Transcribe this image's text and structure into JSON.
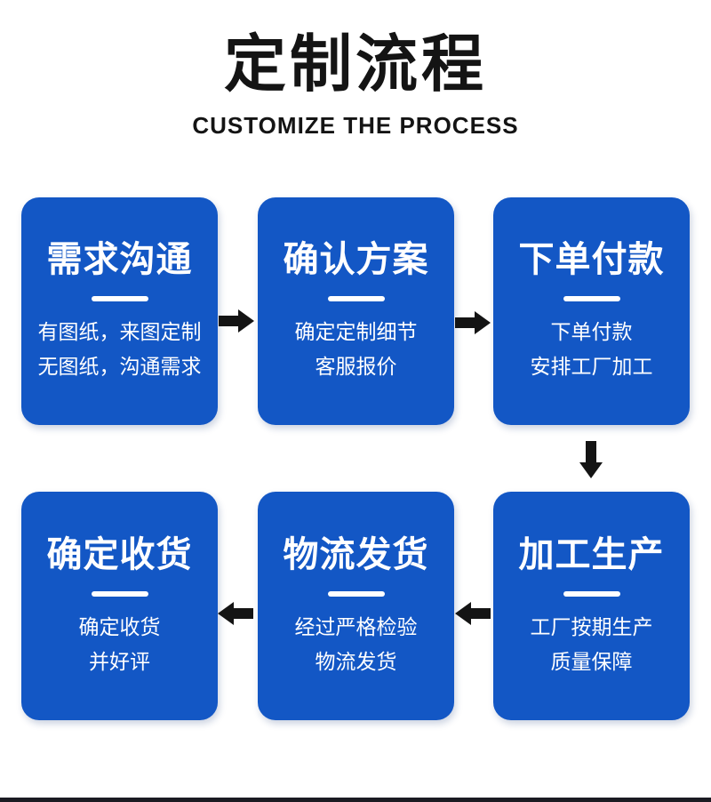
{
  "header": {
    "title": "定制流程",
    "subtitle": "CUSTOMIZE THE PROCESS"
  },
  "steps": [
    {
      "title": "需求沟通",
      "lines": [
        "有图纸，来图定制",
        "无图纸，沟通需求"
      ]
    },
    {
      "title": "确认方案",
      "lines": [
        "确定定制细节",
        "客服报价"
      ]
    },
    {
      "title": "下单付款",
      "lines": [
        "下单付款",
        "安排工厂加工"
      ]
    },
    {
      "title": "加工生产",
      "lines": [
        "工厂按期生产",
        "质量保障"
      ]
    },
    {
      "title": "物流发货",
      "lines": [
        "经过严格检验",
        "物流发货"
      ]
    },
    {
      "title": "确定收货",
      "lines": [
        "确定收货",
        "并好评"
      ]
    }
  ],
  "icons": {
    "arrow_right": "right-block-arrow",
    "arrow_left": "left-block-arrow",
    "arrow_down": "down-block-arrow"
  },
  "colors": {
    "card_blue": "#1357C5",
    "card_text": "#FFFFFF",
    "heading_black": "#141414",
    "arrow_black": "#141414",
    "bottom_bar": "#1B1B22",
    "background": "#FFFFFF"
  }
}
